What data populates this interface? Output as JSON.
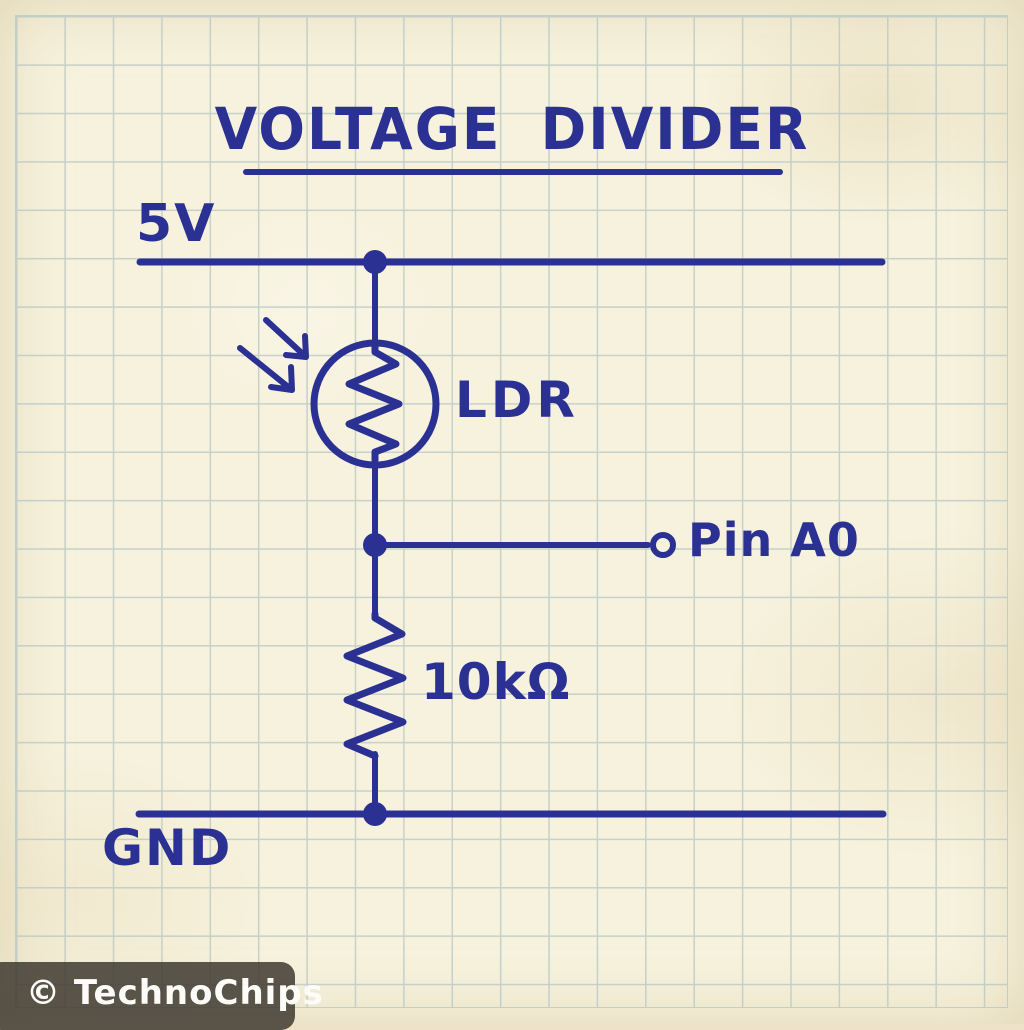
{
  "title": {
    "text": "VOLTAGE DIVIDER"
  },
  "nets": {
    "supply_label": "5V",
    "ground_label": "GND"
  },
  "components": {
    "ldr_label": "LDR",
    "resistor_label": "10kΩ",
    "pin_label": "Pin A0"
  },
  "watermark": {
    "text": "© TechnoChips"
  },
  "colors": {
    "ink": "#2b3192",
    "paper": "#f7f2dd",
    "paper_edge": "#eee3c9",
    "grid_line": "#b5c6c3",
    "watermark_bg": "#3f3a31",
    "watermark_text": "#ffffff"
  }
}
